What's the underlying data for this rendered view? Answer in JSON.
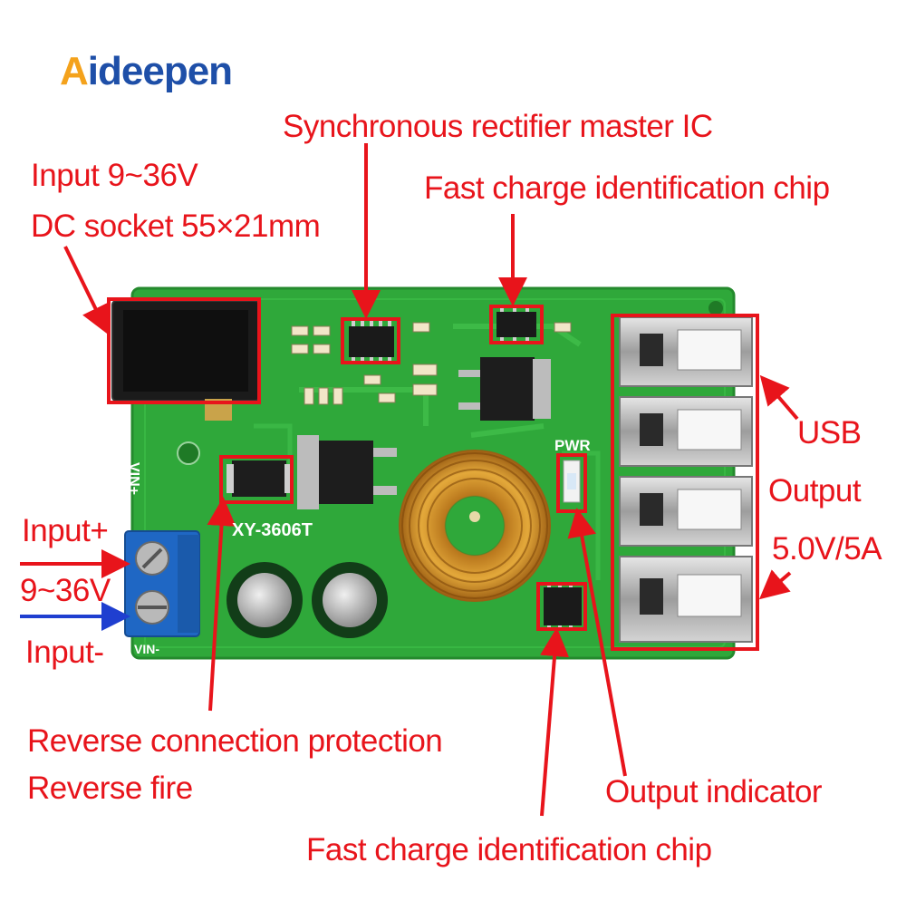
{
  "brand": {
    "logo_first": "A",
    "logo_rest": "ideepen"
  },
  "labels": {
    "input_voltage": "Input 9~36V",
    "dc_socket": "DC socket 55×21mm",
    "sync_rectifier": "Synchronous rectifier master IC",
    "fast_charge_top": "Fast charge identification chip",
    "usb": "USB",
    "output": "Output",
    "output_rating": "5.0V/5A",
    "input_plus": "Input+",
    "input_range": "9~36V",
    "input_minus": "Input-",
    "reverse_protection": "Reverse connection protection",
    "reverse_fire": "Reverse fire",
    "output_indicator": "Output indicator",
    "fast_charge_bottom": "Fast charge identification chip"
  },
  "board": {
    "model": "XY-3606T",
    "pwr": "PWR",
    "vin_plus": "VIN+",
    "vin_minus": "VIN-"
  },
  "colors": {
    "annotation": "#e8141b",
    "input_minus_arrow": "#1f3fd0",
    "pcb": "#2fa83a",
    "logo_orange": "#f4a21c",
    "logo_blue": "#1e4fa8"
  }
}
